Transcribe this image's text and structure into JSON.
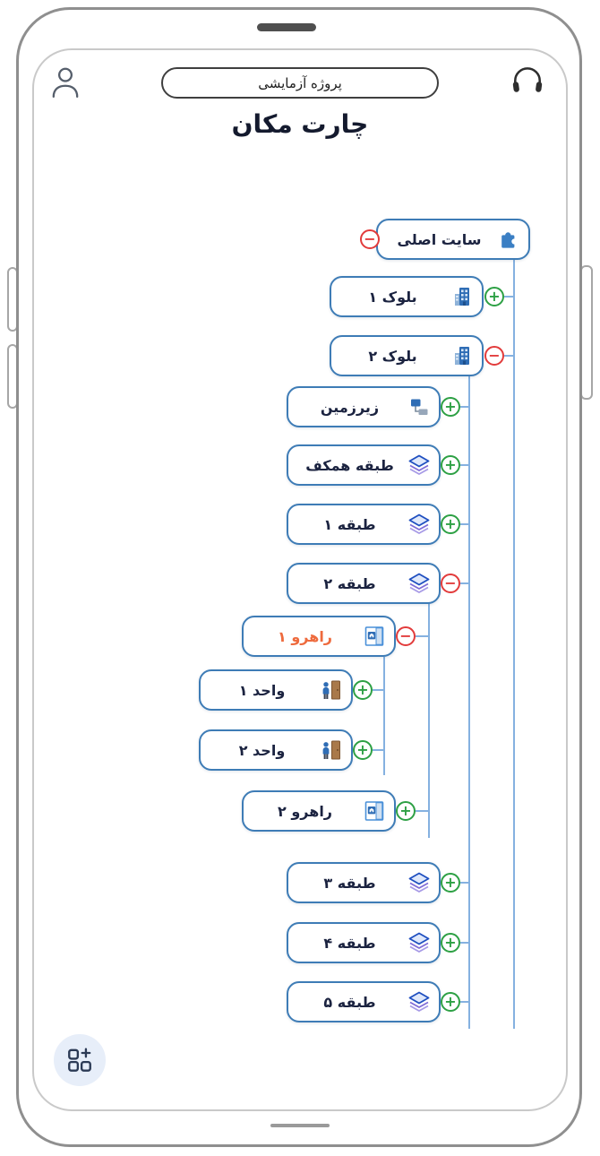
{
  "header": {
    "project_name": "پروژه آزمایشی",
    "page_title": "چارت مکان"
  },
  "tree": {
    "nodes": [
      {
        "label": "سایت اصلی",
        "icon": "puzzle-icon",
        "state": "expanded",
        "toggle_symbol": "−"
      },
      {
        "label": "بلوک ۱",
        "icon": "building-icon",
        "state": "collapsed",
        "toggle_symbol": "+"
      },
      {
        "label": "بلوک ۲",
        "icon": "building-icon",
        "state": "expanded",
        "toggle_symbol": "−"
      },
      {
        "label": "زیرزمین",
        "icon": "sitemap-icon",
        "state": "collapsed",
        "toggle_symbol": "+"
      },
      {
        "label": "طبقه همکف",
        "icon": "layers-icon",
        "state": "collapsed",
        "toggle_symbol": "+"
      },
      {
        "label": "طبقه ۱",
        "icon": "layers-icon",
        "state": "collapsed",
        "toggle_symbol": "+"
      },
      {
        "label": "طبقه ۲",
        "icon": "layers-icon",
        "state": "expanded",
        "toggle_symbol": "−"
      },
      {
        "label": "راهرو ۱",
        "icon": "door-icon",
        "state": "expanded",
        "toggle_symbol": "−",
        "highlighted": true
      },
      {
        "label": "واحد ۱",
        "icon": "person-door-icon",
        "state": "collapsed",
        "toggle_symbol": "+"
      },
      {
        "label": "واحد ۲",
        "icon": "person-door-icon",
        "state": "collapsed",
        "toggle_symbol": "+"
      },
      {
        "label": "راهرو ۲",
        "icon": "door-icon",
        "state": "collapsed",
        "toggle_symbol": "+"
      },
      {
        "label": "طبقه ۳",
        "icon": "layers-icon",
        "state": "collapsed",
        "toggle_symbol": "+"
      },
      {
        "label": "طبقه ۴",
        "icon": "layers-icon",
        "state": "collapsed",
        "toggle_symbol": "+"
      },
      {
        "label": "طبقه ۵",
        "icon": "layers-icon",
        "state": "collapsed",
        "toggle_symbol": "+"
      }
    ]
  },
  "colors": {
    "node_border": "#3e7cb6",
    "expand_green": "#2da044",
    "collapse_red": "#e23b3b",
    "connector_blue": "#85b1e0",
    "highlight_orange": "#ee6a3d",
    "fab_bg": "#e7eef9"
  }
}
